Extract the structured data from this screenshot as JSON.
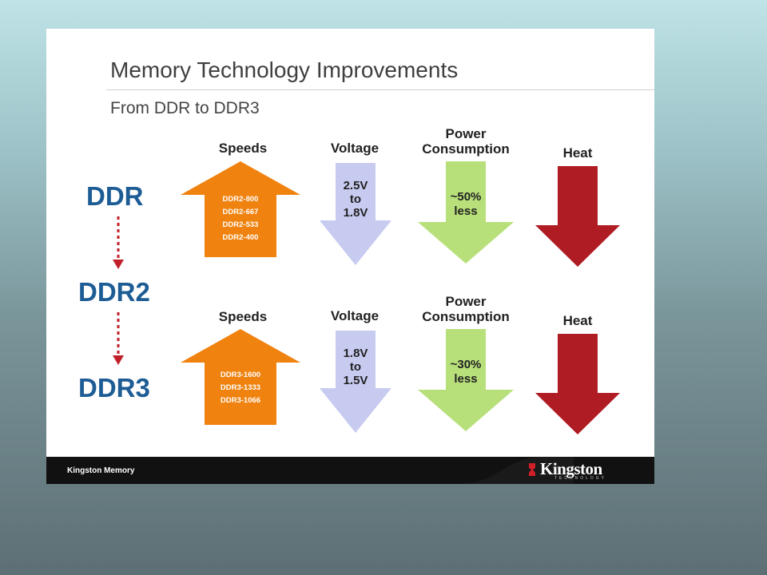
{
  "slide": {
    "title": "Memory Technology Improvements",
    "subtitle": "From DDR to DDR3"
  },
  "generations": [
    "DDR",
    "DDR2",
    "DDR3"
  ],
  "rows": [
    {
      "speeds_label": "Speeds",
      "speeds": [
        "DDR2-800",
        "DDR2-667",
        "DDR2-533",
        "DDR2-400"
      ],
      "voltage_label": "Voltage",
      "voltage": [
        "2.5V",
        "to",
        "1.8V"
      ],
      "power_label": [
        "Power",
        "Consumption"
      ],
      "power": [
        "~50%",
        "less"
      ],
      "heat_label": "Heat"
    },
    {
      "speeds_label": "Speeds",
      "speeds": [
        "DDR3-1600",
        "DDR3-1333",
        "DDR3-1066"
      ],
      "voltage_label": "Voltage",
      "voltage": [
        "1.8V",
        "to",
        "1.5V"
      ],
      "power_label": [
        "Power",
        "Consumption"
      ],
      "power": [
        "~30%",
        "less"
      ],
      "heat_label": "Heat"
    }
  ],
  "footer": {
    "left_text": "Kingston Memory",
    "logo_word": "Kingston",
    "logo_sub": "TECHNOLOGY"
  },
  "colors": {
    "speed_arrow": "#f0820f",
    "voltage_arrow": "#c8cbf0",
    "power_arrow": "#b8e07a",
    "heat_arrow": "#b01c23",
    "generation_text": "#1d5c94",
    "connector": "#c0202a"
  },
  "icons": [
    "speed-up-arrow-icon",
    "voltage-down-arrow-icon",
    "power-down-arrow-icon",
    "heat-down-arrow-icon",
    "kingston-logo-icon"
  ]
}
